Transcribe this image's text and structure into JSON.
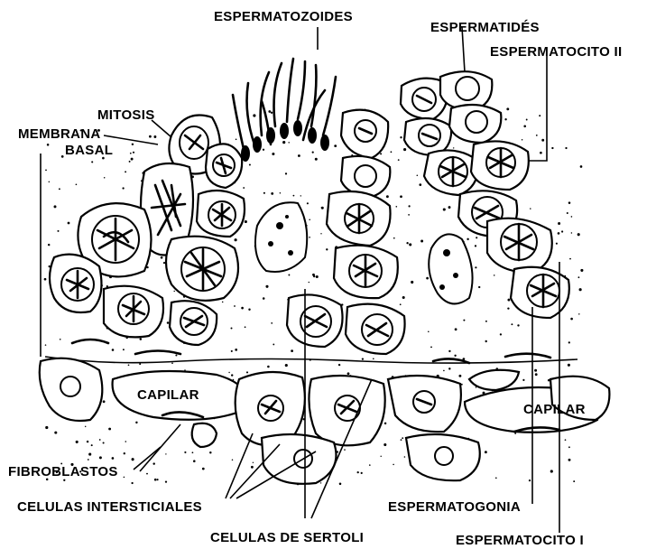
{
  "labels": {
    "espermatozoides": "ESPERMATOZOIDES",
    "espermatides": "ESPERMATIDÉS",
    "espermatocito_ii": "ESPERMATOCITO II",
    "mitosis": "MITOSIS",
    "membrana": "MEMBRANA",
    "basal": "BASAL",
    "capilar_left": "CAPILAR",
    "capilar_right": "CAPILAR",
    "fibroblastos": "FIBROBLASTOS",
    "celulas_intersticiales": "CELULAS INTERSTICIALES",
    "espermatogonia": "ESPERMATOGONIA",
    "celulas_de_sertoli": "CELULAS DE SERTOLI",
    "espermatocito_i": "ESPERMATOCITO I"
  }
}
